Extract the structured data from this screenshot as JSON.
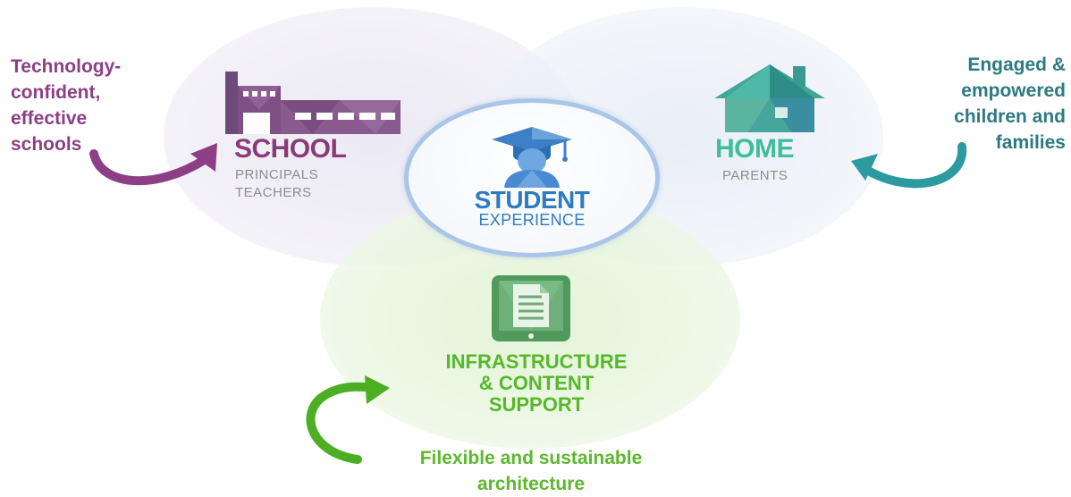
{
  "school": {
    "side_text": [
      "Technology-",
      "confident,",
      "effective",
      "schools"
    ],
    "title": "SCHOOL",
    "subtitle": [
      "PRINCIPALS",
      "TEACHERS"
    ],
    "icon": "school-building-icon",
    "color": "#8a3a78"
  },
  "home": {
    "side_text": [
      "Engaged &",
      "empowered",
      "children and",
      "families"
    ],
    "title": "HOME",
    "subtitle": "PARENTS",
    "icon": "house-icon",
    "color": "#3fbf98"
  },
  "student": {
    "title": "STUDENT",
    "subtitle": "EXPERIENCE",
    "icon": "graduation-student-icon",
    "color": "#2e7bbf"
  },
  "infra": {
    "title": [
      "INFRASTRUCTURE",
      "& CONTENT",
      "SUPPORT"
    ],
    "side_text": [
      "Filexible and sustainable",
      "architecture"
    ],
    "icon": "tablet-document-icon",
    "color": "#56b82a"
  }
}
